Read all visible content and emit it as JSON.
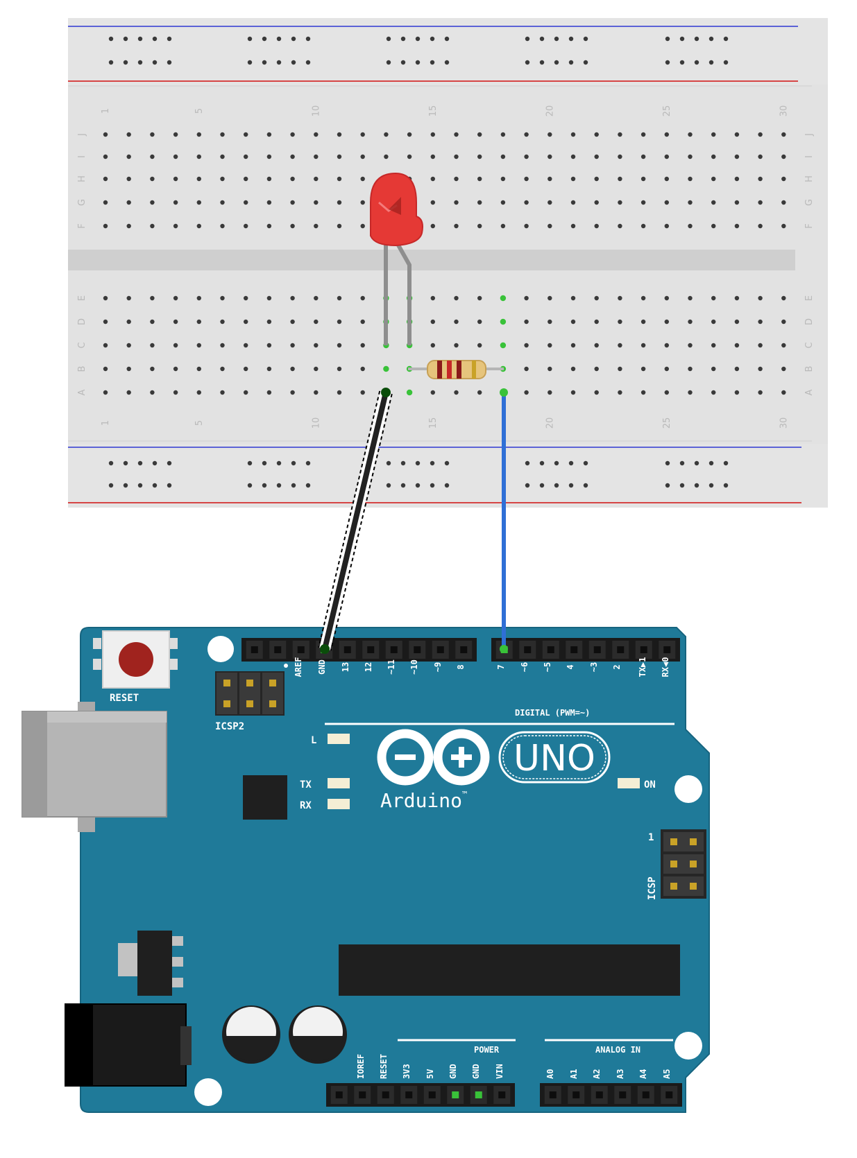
{
  "breadboard": {
    "top_numbers": [
      "1",
      "5",
      "10",
      "15",
      "20",
      "25",
      "30"
    ],
    "bottom_numbers": [
      "1",
      "5",
      "10",
      "15",
      "20",
      "25",
      "30"
    ],
    "row_letters_top": [
      "J",
      "I",
      "H",
      "G",
      "F"
    ],
    "row_letters_bottom": [
      "E",
      "D",
      "C",
      "B",
      "A"
    ]
  },
  "components": {
    "led": {
      "color": "red"
    },
    "resistor": {
      "bands": [
        "#8b1a1a",
        "#c62828",
        "#8b1a1a",
        "#c9a227"
      ]
    },
    "wires": [
      {
        "name": "gnd-wire",
        "color": "#222222",
        "from": "breadboard",
        "to": "GND"
      },
      {
        "name": "signal-wire",
        "color": "#2f6fd6",
        "from": "breadboard",
        "to": "7"
      }
    ]
  },
  "arduino": {
    "reset_label": "RESET",
    "icsp2_label": "ICSP2",
    "icsp_label": "ICSP",
    "icsp_pin1": "1",
    "led_l_label": "L",
    "tx_label": "TX",
    "rx_label": "RX",
    "on_label": "ON",
    "brand_label": "Arduino",
    "trademark": "™",
    "model_label": "UNO",
    "digital_label": "DIGITAL (PWM=~)",
    "digital_pins": [
      "AREF",
      "GND",
      "13",
      "12",
      "~11",
      "~10",
      "~9",
      "8",
      "7",
      "~6",
      "~5",
      "4",
      "~3",
      "2",
      "TX▶1",
      "RX◀0"
    ],
    "power_label": "POWER",
    "power_pins": [
      "IOREF",
      "RESET",
      "3V3",
      "5V",
      "GND",
      "GND",
      "VIN"
    ],
    "analog_label": "ANALOG IN",
    "analog_pins": [
      "A0",
      "A1",
      "A2",
      "A3",
      "A4",
      "A5"
    ]
  },
  "colors": {
    "board": "#1f7a99",
    "board_edge": "#17647f",
    "breadboard": "#e0e0e0",
    "rail_blue": "#5b62d6",
    "rail_red": "#d64545",
    "led_red": "#e53935",
    "hole": "#3a3a3a",
    "active_hole": "#39c239"
  }
}
